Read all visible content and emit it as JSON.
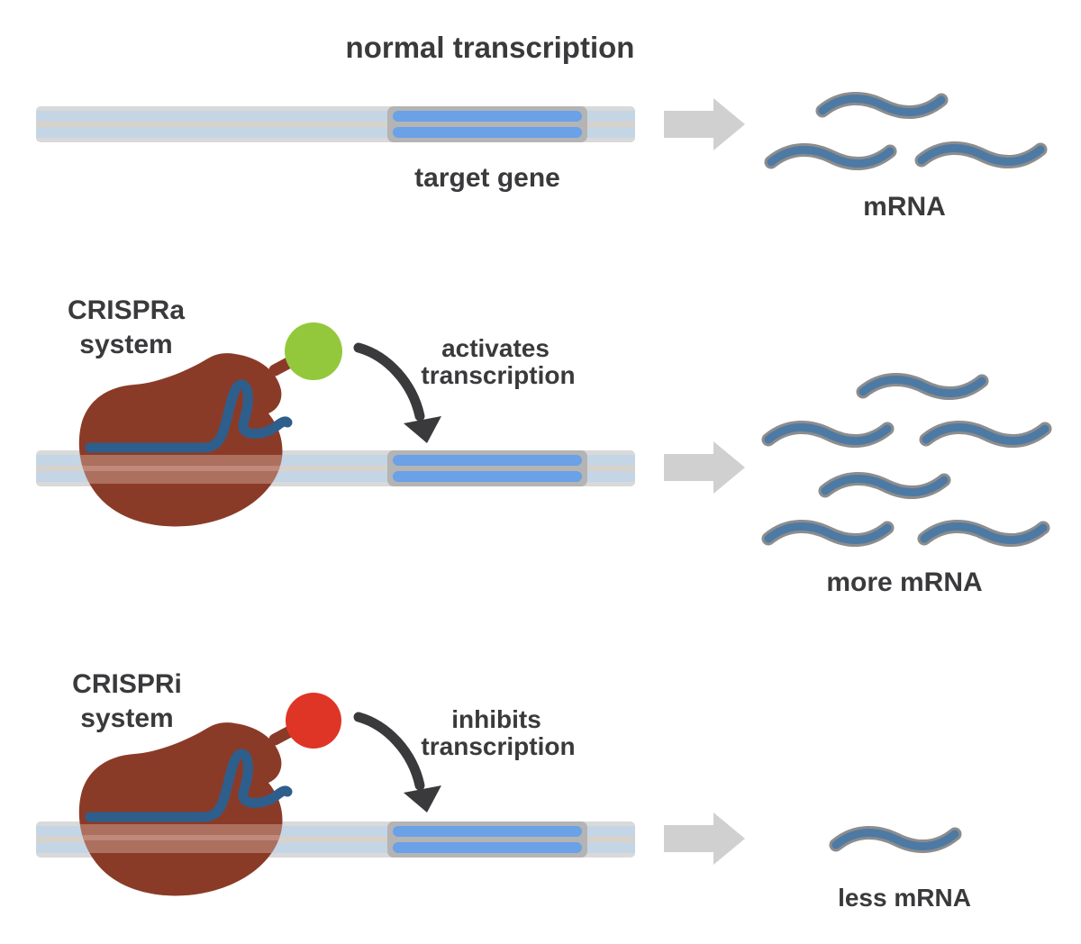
{
  "title": "normal transcription",
  "rows": {
    "normal": {
      "gene_label": "target gene",
      "result_label": "mRNA",
      "mrna_count": 3
    },
    "crispra": {
      "name_line1": "CRISPRa",
      "name_line2": "system",
      "action_line1": "activates",
      "action_line2": "transcription",
      "result_label": "more mRNA",
      "mrna_count": 6
    },
    "crispri": {
      "name_line1": "CRISPRi",
      "name_line2": "system",
      "action_line1": "inhibits",
      "action_line2": "transcription",
      "result_label": "less mRNA",
      "mrna_count": 1
    }
  },
  "icons": {
    "dcas9_protein": "brown-protein-blob",
    "guide_rna": "dark-blue-hairpin-line",
    "activator_domain": "green-circle",
    "repressor_domain": "red-circle",
    "result_arrow": "gray-right-block-arrow",
    "action_arrow": "dark-curved-arrow",
    "mrna_strand": "blue-wavy-line",
    "gene_region": "blue-highlighted-dna-segment"
  },
  "colors": {
    "bg": "#ffffff",
    "text": "#3a3a3c",
    "dna_strand": "#c4d5e5",
    "dna_divider": "#d8d2ca",
    "dna_edge": "#d9d9d9",
    "gene_bg": "#b4b4b4",
    "gene_strand": "#6aa1e7",
    "blob": "#8a3b28",
    "grna": "#2e5e8c",
    "activator": "#93c83d",
    "repressor": "#df3526",
    "arrow_gray": "#d0d0d0",
    "arrow_dark": "#3a3a3c",
    "mrna": "#4d7aa4",
    "mrna_halo": "#8d8d8d"
  }
}
